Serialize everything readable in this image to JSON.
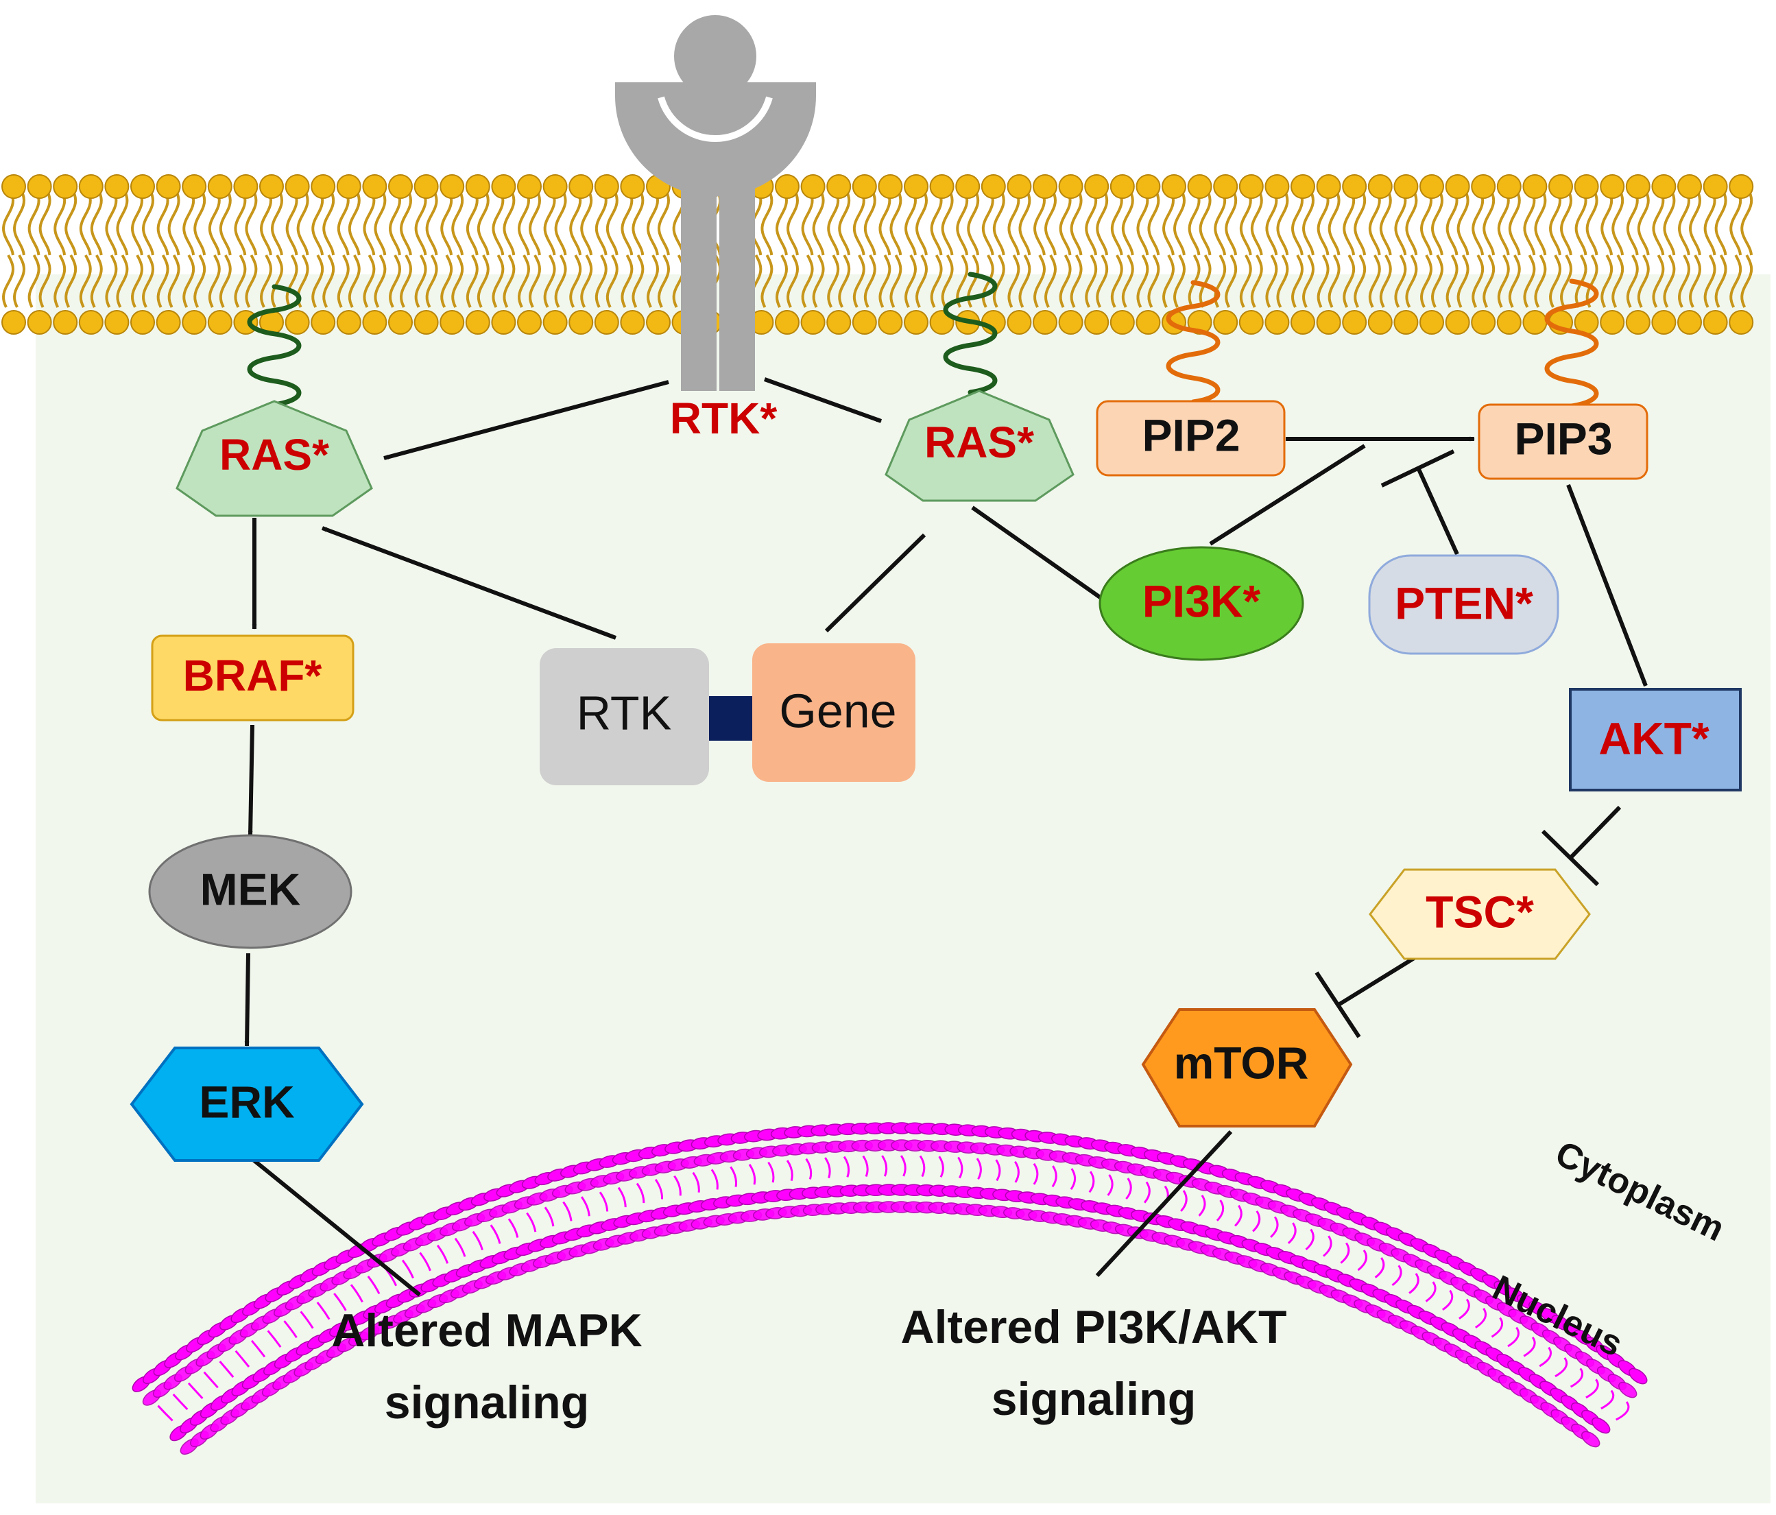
{
  "labels": {
    "rtk_receptor": "RTK*",
    "ras_left": "RAS*",
    "ras_right": "RAS*",
    "braf": "BRAF*",
    "mek": "MEK",
    "erk": "ERK",
    "rtk_fusion": "RTK",
    "gene_fusion": "Gene",
    "pip2": "PIP2",
    "pip3": "PIP3",
    "pi3k": "PI3K*",
    "pten": "PTEN*",
    "akt": "AKT*",
    "tsc": "TSC*",
    "mtor": "mTOR",
    "mapk_line1": "Altered MAPK",
    "mapk_line2": "signaling",
    "pi3k_line1": "Altered PI3K/AKT",
    "pi3k_line2": "signaling",
    "cytoplasm": "Cytoplasm",
    "nucleus": "Nucleus"
  },
  "colors": {
    "mutated_text": "#cc0000",
    "normal_text": "#111111",
    "membrane_head": "#f2b814",
    "nuclear_membrane": "#ff00ff",
    "cytoplasm_bg": "#f1f7ed",
    "receptor": "#a8a8a8",
    "ras_fill": "#bfe3bf",
    "braf_fill": "#ffd966",
    "mek_fill": "#a6a6a6",
    "erk_fill": "#00b0f0",
    "rtk_fusion_fill": "#cfcfcf",
    "gene_fill": "#f9b48a",
    "fusion_link": "#0a1f5c",
    "pip_fill": "#fcd5b5",
    "pi3k_fill": "#66cc33",
    "pten_fill": "#d6dce5",
    "akt_fill": "#8eb4e3",
    "tsc_fill": "#fff2cc",
    "mtor_fill": "#ff9a1f",
    "anchor_green": "#1d5c1d",
    "anchor_orange": "#e36c0a"
  }
}
